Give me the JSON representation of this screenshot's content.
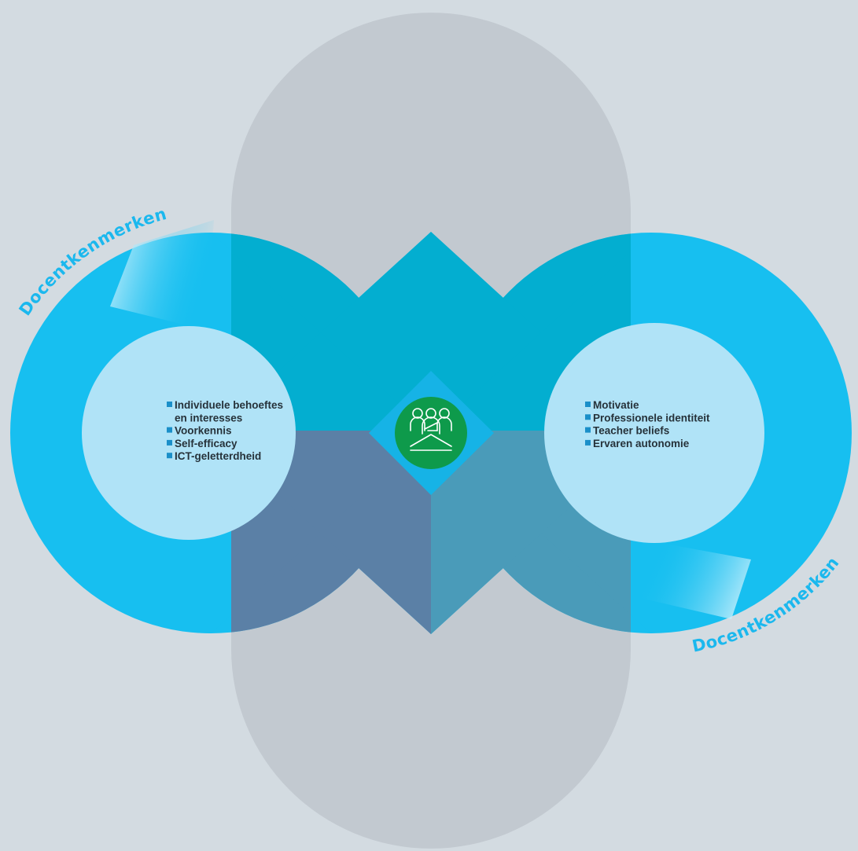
{
  "diagram": {
    "left_group": {
      "arc_label": "Docentkenmerken",
      "items": [
        {
          "lines": [
            "Individuele behoeftes",
            "en interesses"
          ]
        },
        {
          "lines": [
            "Voorkennis"
          ]
        },
        {
          "lines": [
            "Self-efficacy"
          ]
        },
        {
          "lines": [
            "ICT-geletterdheid"
          ]
        }
      ]
    },
    "right_group": {
      "arc_label": "Docentkenmerken",
      "items": [
        {
          "lines": [
            "Motivatie"
          ]
        },
        {
          "lines": [
            "Professionele identiteit"
          ]
        },
        {
          "lines": [
            "Teacher beliefs"
          ]
        },
        {
          "lines": [
            "Ervaren autonomie"
          ]
        }
      ]
    },
    "center_icon": "teacher-with-group-icon",
    "colors": {
      "background": "#d3dbe1",
      "gray_lobe": "#c2c9d0",
      "cyan_ring": "#17bff0",
      "inner_circle": "#b0e3f7",
      "arc_label": "#1bb8ee",
      "bullet": "#1a8fc9",
      "center_badge": "#0e9a4b",
      "center_diamond": "#16b3e6",
      "overlap_top": "#03aed0",
      "overlap_bottom_left": "#5b80a6",
      "overlap_bottom_right": "#4a9bb9"
    }
  }
}
